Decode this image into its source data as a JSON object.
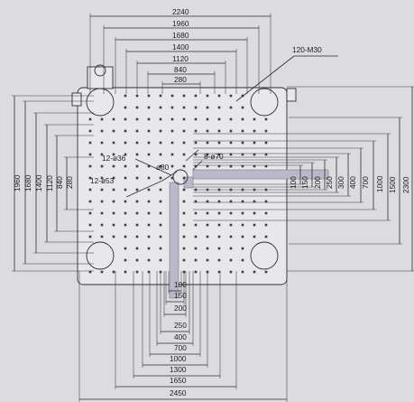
{
  "top_dimensions": [
    "2240",
    "1960",
    "1680",
    "1400",
    "1120",
    "840",
    "280"
  ],
  "left_dimensions": [
    "1960",
    "1680",
    "1400",
    "1120",
    "840",
    "280"
  ],
  "right_slot_dimensions": [
    "100",
    "150",
    "200",
    "250",
    "300",
    "400",
    "700",
    "1000"
  ],
  "right_outer_dimensions": [
    "1500",
    "2300"
  ],
  "bottom_slot_dimensions": [
    "100",
    "150",
    "200",
    "250",
    "400",
    "700",
    "1000",
    "1300",
    "1650"
  ],
  "bottom_outer_dimension": "2450",
  "callouts": {
    "thread": "120-M30",
    "holes_36": "12-ø36",
    "holes_53": "12-ø53",
    "center_bore": "ø80",
    "holes_70": "8-ø70"
  }
}
